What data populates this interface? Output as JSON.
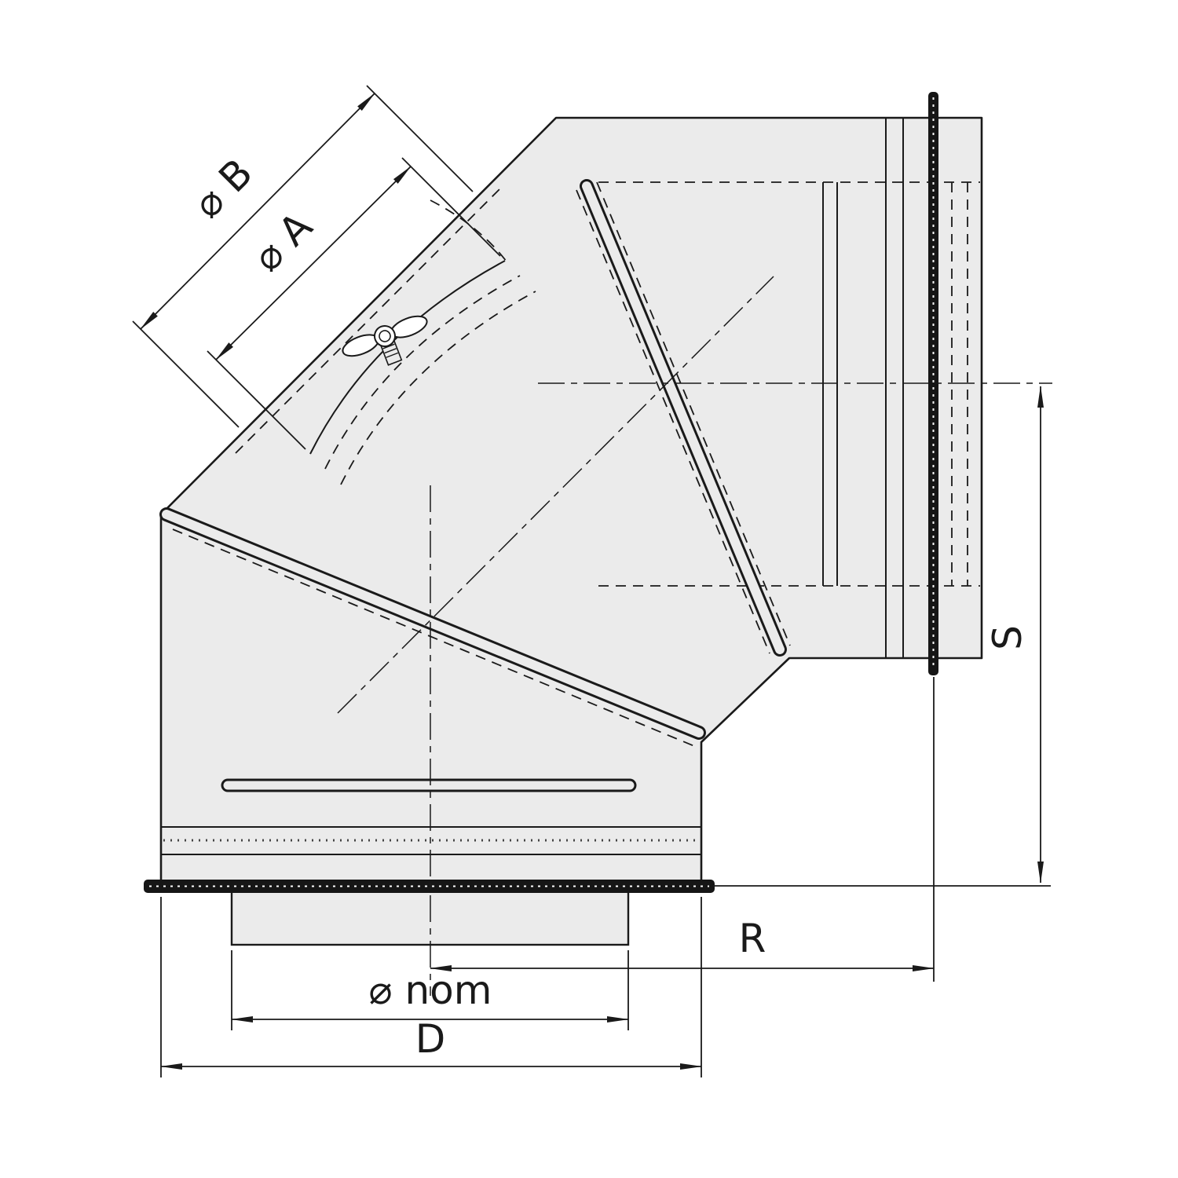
{
  "labels": {
    "dim_b": "⌀ B",
    "dim_a": "⌀ A",
    "dim_s": "S",
    "dim_r": "R",
    "dim_nom": "⌀ nom",
    "dim_d": "D"
  },
  "colors": {
    "background": "#ffffff",
    "body_fill": "#ebebeb",
    "line": "#1a1a1a"
  }
}
